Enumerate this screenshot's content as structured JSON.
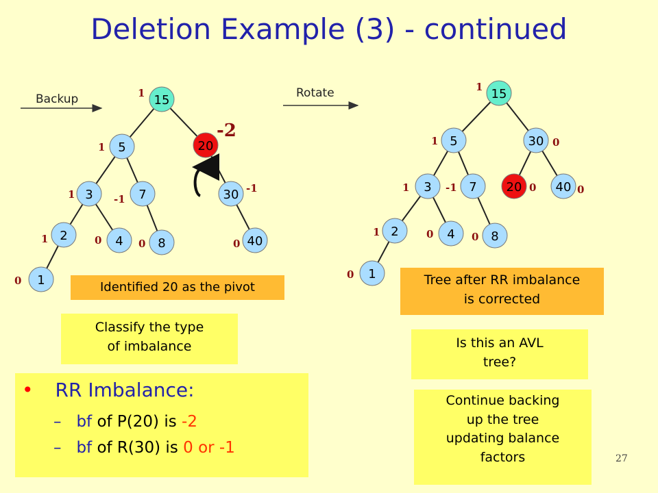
{
  "title": "Deletion Example (3) - continued",
  "arrows": {
    "backup": "Backup",
    "rotate": "Rotate"
  },
  "left_tree": {
    "nodes": [
      "15",
      "5",
      "20",
      "3",
      "7",
      "30",
      "2",
      "4",
      "8",
      "40",
      "1"
    ],
    "bf": [
      "1",
      "1",
      "-2",
      "1",
      "-1",
      "-1",
      "1",
      "0",
      "0",
      "0",
      "0"
    ]
  },
  "right_tree": {
    "nodes": [
      "15",
      "5",
      "30",
      "3",
      "7",
      "20",
      "40",
      "2",
      "4",
      "8",
      "1"
    ],
    "bf": [
      "1",
      "1",
      "0",
      "1",
      "-1",
      "0",
      "0",
      "1",
      "0",
      "0",
      "0"
    ]
  },
  "colors": {
    "teal_node": "#66eecc",
    "blue_node": "#aaddff",
    "pivot_node": "#ee1111",
    "bf_text": "#8b1010",
    "title": "#2222aa",
    "orange_box": "#ffbb33",
    "yellow_box": "#ffff66"
  },
  "boxes": {
    "pivot": "Identified 20 as the pivot",
    "classify": [
      "Classify the type",
      "of imbalance"
    ],
    "tree_after": [
      "Tree after RR imbalance",
      "is corrected"
    ],
    "avl_question": [
      "Is this an AVL",
      "tree?"
    ],
    "continue": [
      "Continue backing",
      "up the tree",
      "updating balance",
      "factors"
    ]
  },
  "bullets": {
    "main": "RR Imbalance:",
    "line1_prefix": "bf",
    "line1_text": " of P(20) is ",
    "line1_value": "-2",
    "line2_prefix": "bf",
    "line2_text": " of R(30) is ",
    "line2_value": "0 or -1"
  },
  "page_number": "27"
}
